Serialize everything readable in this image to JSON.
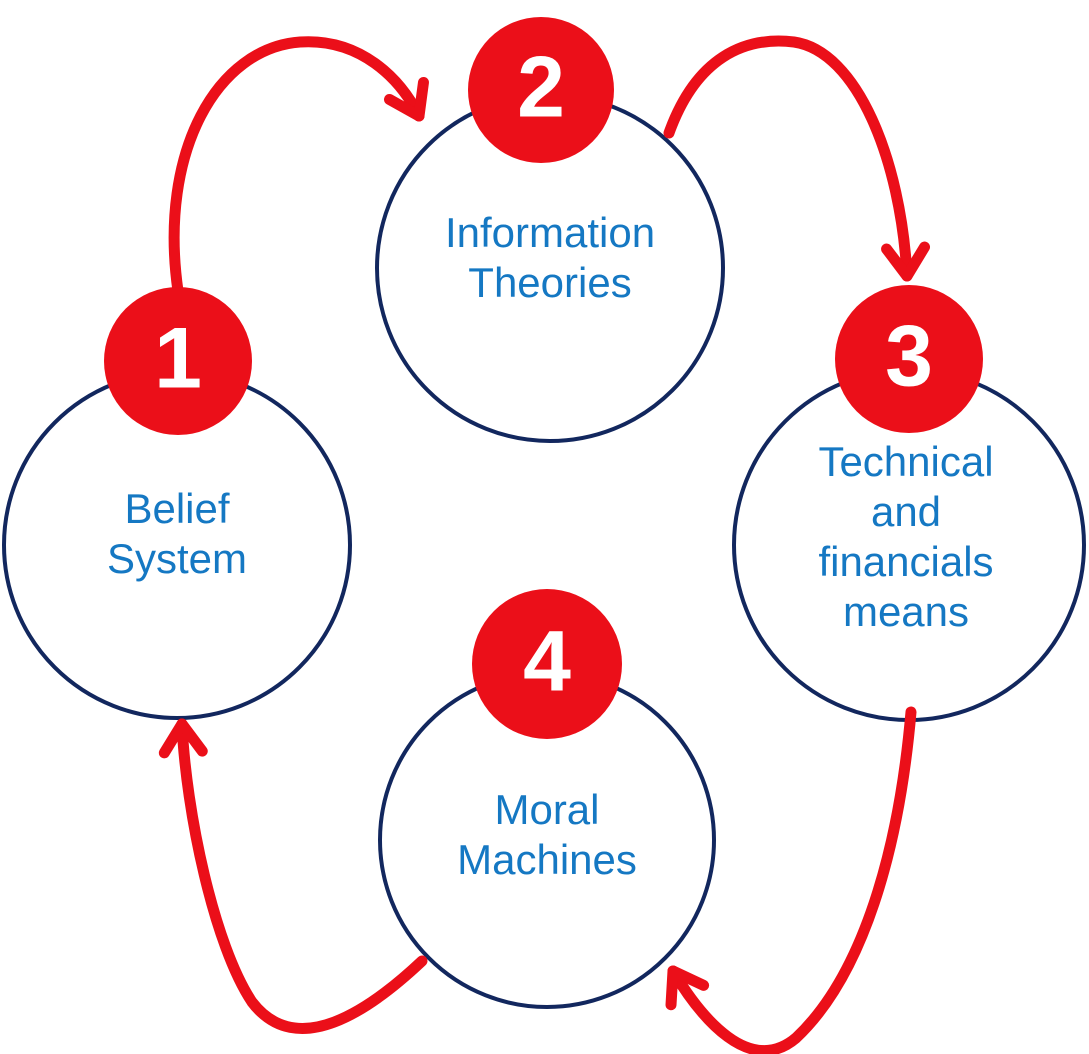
{
  "diagram": {
    "type": "cycle",
    "nodes": [
      {
        "id": 1,
        "number": "1",
        "label": "Belief\nSystem"
      },
      {
        "id": 2,
        "number": "2",
        "label": "Information\nTheories"
      },
      {
        "id": 3,
        "number": "3",
        "label": "Technical\nand\nfinancials\nmeans"
      },
      {
        "id": 4,
        "number": "4",
        "label": "Moral\nMachines"
      }
    ],
    "arrows": [
      {
        "from": 1,
        "to": 2
      },
      {
        "from": 2,
        "to": 3
      },
      {
        "from": 3,
        "to": 4
      },
      {
        "from": 4,
        "to": 1
      }
    ],
    "colors": {
      "badge_fill": "#EB0F19",
      "arrow_stroke": "#EB0F19",
      "node_stroke": "#12275E",
      "node_fill": "#FFFFFF",
      "label_text": "#1578C3",
      "number_text": "#FFFFFF",
      "background": "#FFFFFF"
    }
  }
}
